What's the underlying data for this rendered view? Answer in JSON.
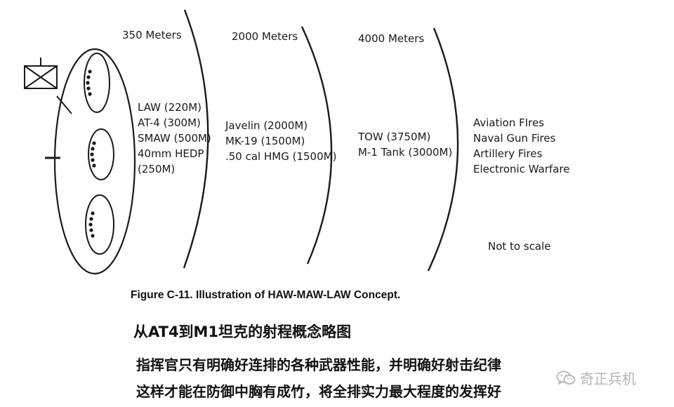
{
  "zones": {
    "zone1": {
      "range_label": "350 Meters",
      "weapons": [
        "LAW (220M)",
        "AT-4 (300M)",
        "SMAW (500M)",
        "40mm HEDP",
        "(250M)"
      ]
    },
    "zone2": {
      "range_label": "2000 Meters",
      "weapons": [
        "Javelin (2000M)",
        "MK-19 (1500M)",
        ".50 cal HMG (1500M)"
      ]
    },
    "zone3": {
      "range_label": "4000 Meters",
      "weapons": [
        "TOW (3750M)",
        "M-1 Tank (3000M)"
      ]
    },
    "zone4": {
      "weapons": [
        "Aviation FIres",
        "Naval Gun Fires",
        "Artillery Fires",
        "Electronic Warfare"
      ]
    }
  },
  "note": "Not to scale",
  "figure_caption": "Figure C-11.  Illustration of HAW-MAW-LAW Concept.",
  "chinese_title": "从AT4到M1坦克的射程概念略图",
  "chinese_line1": "指挥官只有明确好连排的各种武器性能，并明确好射击纪律",
  "chinese_line2": "这样才能在防御中胸有成竹，将全排实力最大程度的发挥好",
  "watermark": "奇正兵机",
  "icons": [
    "unit-symbol-icon",
    "wechat-icon"
  ],
  "colors": {
    "line": "#1a1a1a",
    "watermark": "#b5b5b5"
  }
}
